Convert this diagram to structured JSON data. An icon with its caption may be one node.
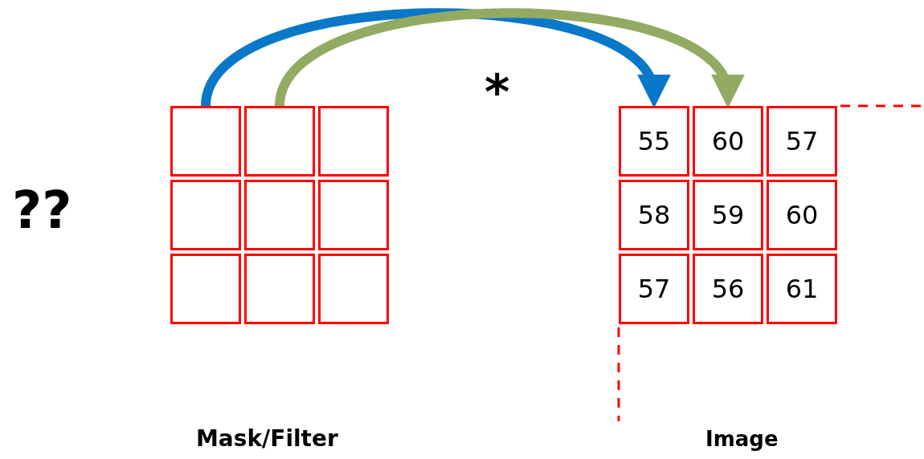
{
  "diagram": {
    "nodes": [
      {
        "text": [],
        "shape": "box"
      },
      {
        "text": [],
        "shape": "box"
      },
      {
        "text": [],
        "shape": "box"
      },
      {
        "text": [],
        "shape": "box"
      },
      {
        "text": [],
        "shape": "box"
      },
      {
        "text": [],
        "shape": "box"
      },
      {
        "text": [],
        "shape": "box"
      },
      {
        "text": [],
        "shape": "box"
      },
      {
        "text": [],
        "shape": "box"
      },
      {
        "text": [
          "55"
        ]
      },
      {
        "text": [
          "60"
        ]
      },
      {
        "text": [
          "57"
        ]
      },
      {
        "text": [
          "58"
        ]
      },
      {
        "text": [
          "59"
        ]
      },
      {
        "text": [
          "60"
        ]
      },
      {
        "text": [
          "57"
        ]
      },
      {
        "text": [
          "56"
        ]
      },
      {
        "text": [
          "61"
        ]
      }
    ],
    "edges": [
      {
        "from": 0,
        "to": 9,
        "arrow": "to",
        "color": "#0a78c8"
      },
      {
        "from": 1,
        "to": 10,
        "arrow": "to",
        "color": "#93aa63"
      }
    ],
    "labels": [
      "??",
      "*",
      "Mask/Filter",
      "Image"
    ]
  }
}
